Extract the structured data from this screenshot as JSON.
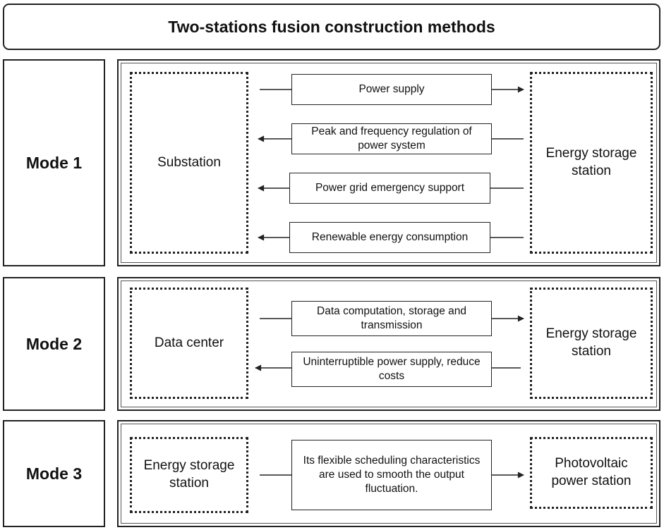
{
  "title": "Two-stations fusion construction methods",
  "modes": [
    {
      "label": "Mode 1",
      "left_node": "Substation",
      "right_node": "Energy storage station",
      "flows": [
        {
          "text": "Power supply",
          "direction": "right"
        },
        {
          "text": "Peak and frequency regulation of power system",
          "direction": "left"
        },
        {
          "text": "Power grid emergency support",
          "direction": "left"
        },
        {
          "text": "Renewable energy consumption",
          "direction": "left"
        }
      ]
    },
    {
      "label": "Mode 2",
      "left_node": "Data center",
      "right_node": "Energy storage station",
      "flows": [
        {
          "text": "Data computation, storage and transmission",
          "direction": "right"
        },
        {
          "text": "Uninterruptible power supply, reduce costs",
          "direction": "left"
        }
      ]
    },
    {
      "label": "Mode 3",
      "left_node": "Energy storage station",
      "right_node": "Photovoltaic power station",
      "flows": [
        {
          "text": "Its flexible scheduling characteristics are used to smooth the output fluctuation.",
          "direction": "right"
        }
      ]
    }
  ],
  "colors": {
    "line": "#222222",
    "background": "#ffffff"
  }
}
